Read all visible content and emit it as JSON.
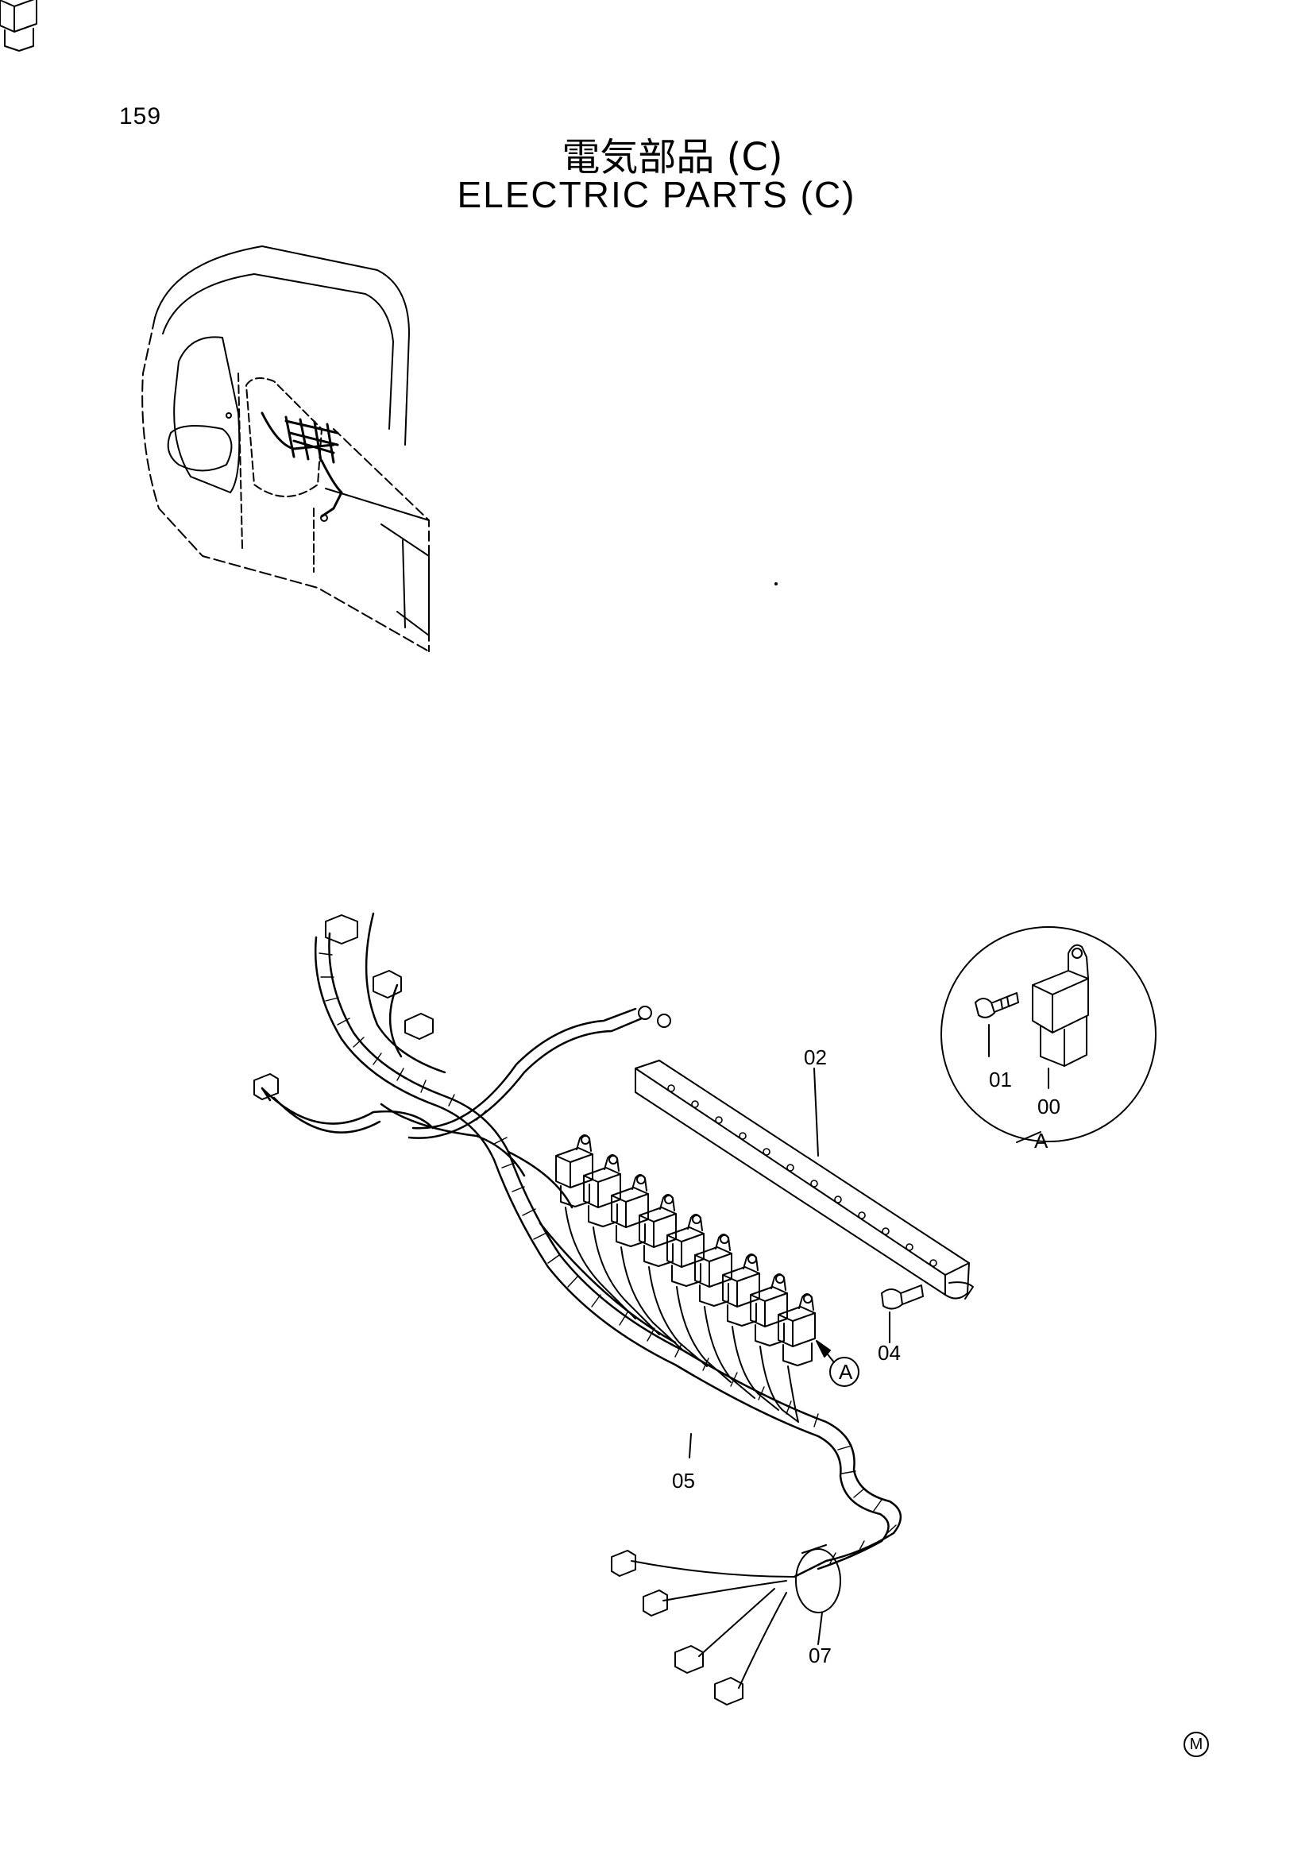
{
  "page": {
    "number": "159",
    "title_jp": "電気部品 (C)",
    "title_en": "ELECTRIC  PARTS  (C)",
    "footer_mark": "M"
  },
  "callouts": {
    "p00": "00",
    "p01": "01",
    "p02": "02",
    "p04": "04",
    "p05": "05",
    "p07": "07"
  },
  "view": {
    "detail_label": "A",
    "arrow_label": "A"
  }
}
